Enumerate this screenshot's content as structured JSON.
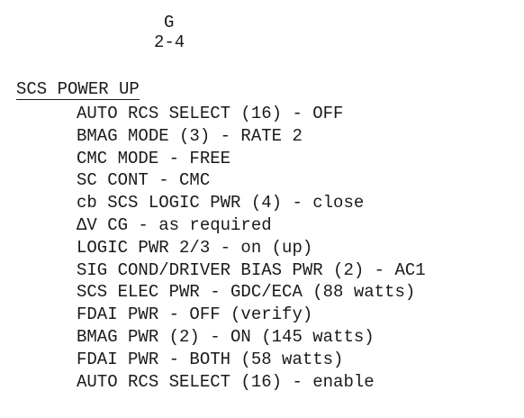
{
  "header": {
    "page_id": "G",
    "page_number": "2-4"
  },
  "section": {
    "title": "SCS POWER UP"
  },
  "steps": [
    "AUTO RCS SELECT (16) - OFF",
    "BMAG MODE (3) - RATE 2",
    "CMC MODE - FREE",
    "SC CONT - CMC",
    "cb SCS LOGIC PWR (4) - close",
    "ΔV CG - as required",
    "LOGIC PWR 2/3 - on (up)",
    "SIG COND/DRIVER BIAS PWR (2) - AC1",
    "SCS ELEC PWR - GDC/ECA (88 watts)",
    "FDAI PWR - OFF (verify)",
    "BMAG PWR (2) - ON (145 watts)",
    "FDAI PWR - BOTH (58 watts)",
    "AUTO RCS SELECT (16) - enable"
  ]
}
